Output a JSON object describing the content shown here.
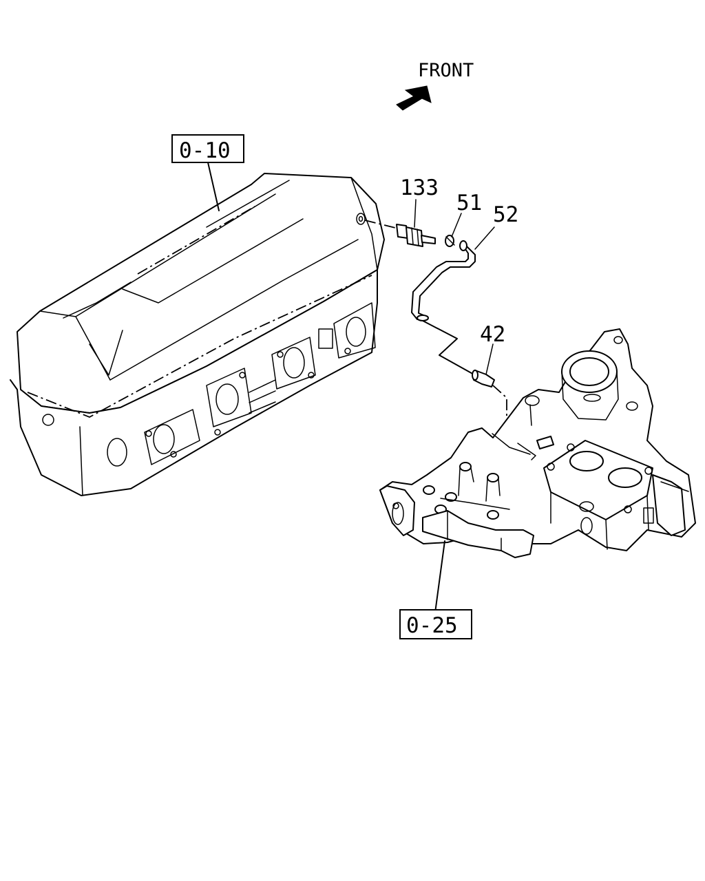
{
  "direction": {
    "label": "FRONT",
    "icon": "arrow-icon"
  },
  "references": {
    "cylinder_head": "0-10",
    "intake_manifold": "0-25"
  },
  "callouts": [
    {
      "key": "pcv-valve",
      "label": "133"
    },
    {
      "key": "clip",
      "label": "51"
    },
    {
      "key": "hose",
      "label": "52"
    },
    {
      "key": "nipple",
      "label": "42"
    }
  ]
}
